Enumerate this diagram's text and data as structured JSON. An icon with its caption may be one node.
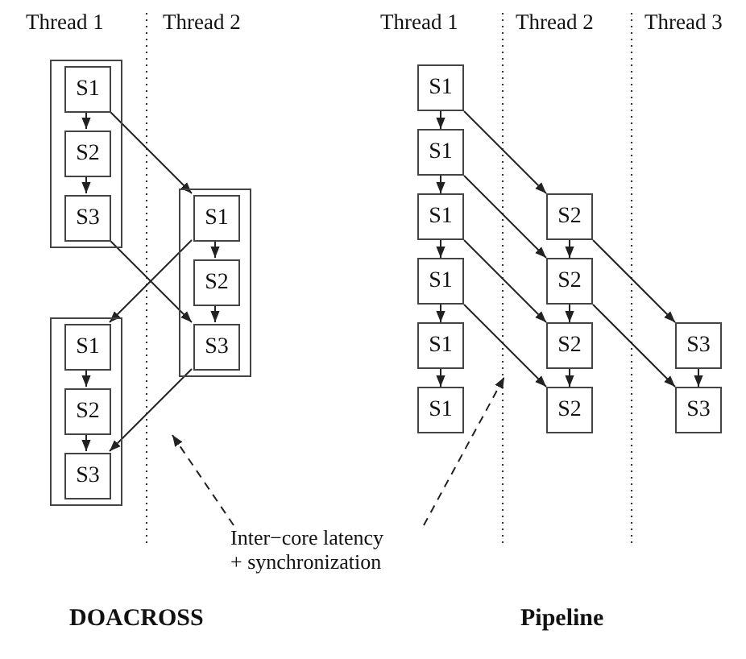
{
  "diagram": {
    "nodes": [
      {
        "text": [],
        "shape": "box"
      },
      {
        "text": [
          "S1"
        ],
        "in": 0
      },
      {
        "text": [
          "S2"
        ],
        "in": 0
      },
      {
        "text": [
          "S3"
        ],
        "in": 0
      },
      {
        "text": [],
        "shape": "box"
      },
      {
        "text": [
          "S1"
        ],
        "in": 4
      },
      {
        "text": [
          "S2"
        ],
        "in": 4
      },
      {
        "text": [
          "S3"
        ],
        "in": 4
      },
      {
        "text": [],
        "shape": "box"
      },
      {
        "text": [
          "S1"
        ],
        "in": 8
      },
      {
        "text": [
          "S2"
        ],
        "in": 8
      },
      {
        "text": [
          "S3"
        ],
        "in": 8
      },
      {
        "text": [
          "S1"
        ]
      },
      {
        "text": [
          "S1"
        ]
      },
      {
        "text": [
          "S1"
        ]
      },
      {
        "text": [
          "S1"
        ]
      },
      {
        "text": [
          "S1"
        ]
      },
      {
        "text": [
          "S1"
        ]
      },
      {
        "text": [
          "S2"
        ]
      },
      {
        "text": [
          "S2"
        ]
      },
      {
        "text": [
          "S2"
        ]
      },
      {
        "text": [
          "S2"
        ]
      },
      {
        "text": [
          "S3"
        ]
      },
      {
        "text": [
          "S3"
        ]
      },
      {
        "text": [
          "Inter−core latency + synchronization"
        ]
      }
    ],
    "edges": [
      {
        "from": 1,
        "to": 2,
        "arrow": "to"
      },
      {
        "from": 2,
        "to": 3,
        "arrow": "to"
      },
      {
        "from": 1,
        "to": 5,
        "arrow": "to"
      },
      {
        "from": 3,
        "to": 7,
        "arrow": "to"
      },
      {
        "from": 5,
        "to": 6,
        "arrow": "to"
      },
      {
        "from": 6,
        "to": 7,
        "arrow": "to"
      },
      {
        "from": 5,
        "to": 9,
        "arrow": "to"
      },
      {
        "from": 7,
        "to": 11,
        "arrow": "to"
      },
      {
        "from": 9,
        "to": 10,
        "arrow": "to"
      },
      {
        "from": 10,
        "to": 11,
        "arrow": "to"
      },
      {
        "from": 12,
        "to": 13,
        "arrow": "to"
      },
      {
        "from": 13,
        "to": 14,
        "arrow": "to"
      },
      {
        "from": 14,
        "to": 15,
        "arrow": "to"
      },
      {
        "from": 15,
        "to": 16,
        "arrow": "to"
      },
      {
        "from": 16,
        "to": 17,
        "arrow": "to"
      },
      {
        "from": 12,
        "to": 18,
        "arrow": "to"
      },
      {
        "from": 13,
        "to": 19,
        "arrow": "to"
      },
      {
        "from": 14,
        "to": 20,
        "arrow": "to"
      },
      {
        "from": 15,
        "to": 21,
        "arrow": "to"
      },
      {
        "from": 18,
        "to": 19,
        "arrow": "to"
      },
      {
        "from": 19,
        "to": 20,
        "arrow": "to"
      },
      {
        "from": 20,
        "to": 21,
        "arrow": "to"
      },
      {
        "from": 18,
        "to": 22,
        "arrow": "to"
      },
      {
        "from": 19,
        "to": 23,
        "arrow": "to"
      },
      {
        "from": 22,
        "to": 23,
        "arrow": "to"
      },
      {
        "from": 24,
        "to": null,
        "arrow": "to",
        "style": "dashed"
      },
      {
        "from": 24,
        "to": null,
        "arrow": "to",
        "style": "dashed"
      }
    ],
    "labels": [
      "Thread 1",
      "Thread 2",
      "Thread 1",
      "Thread 2",
      "Thread 3",
      "DOACROSS",
      "Pipeline"
    ]
  }
}
